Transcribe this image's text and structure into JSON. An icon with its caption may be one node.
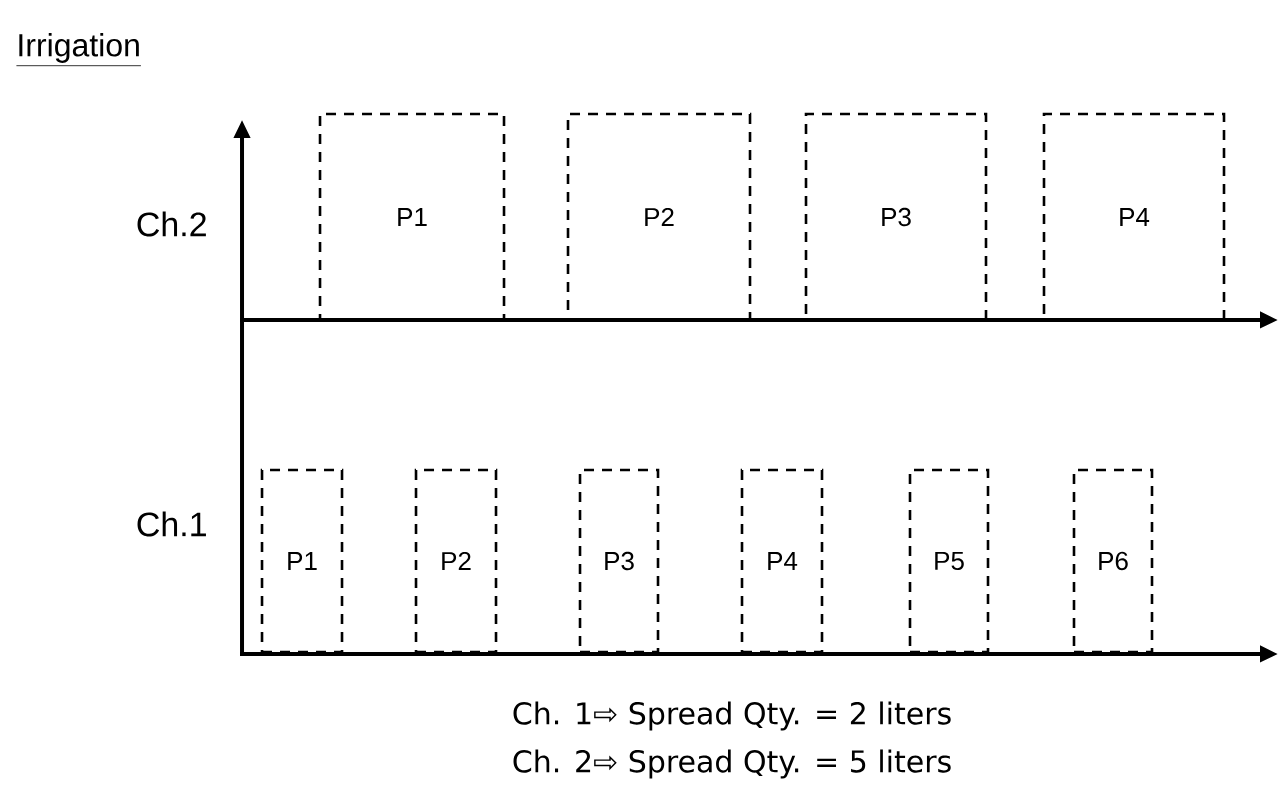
{
  "diagram": {
    "nodes": [
      {
        "text": [
          "P1"
        ]
      },
      {
        "text": [
          "P2"
        ]
      },
      {
        "text": [
          "P3"
        ]
      },
      {
        "text": [
          "P4"
        ]
      },
      {
        "text": [
          "P1"
        ]
      },
      {
        "text": [
          "P2"
        ]
      },
      {
        "text": [
          "P3"
        ]
      },
      {
        "text": [
          "P4"
        ]
      },
      {
        "text": [
          "P5"
        ]
      },
      {
        "text": [
          "P6"
        ]
      }
    ],
    "labels": [
      "Irrigation",
      "Ch.2",
      "Ch.1",
      "Ch. 1⇨ Spread Qty. = 2 liters",
      "Ch. 2⇨ Spread Qty. = 5 liters"
    ]
  }
}
